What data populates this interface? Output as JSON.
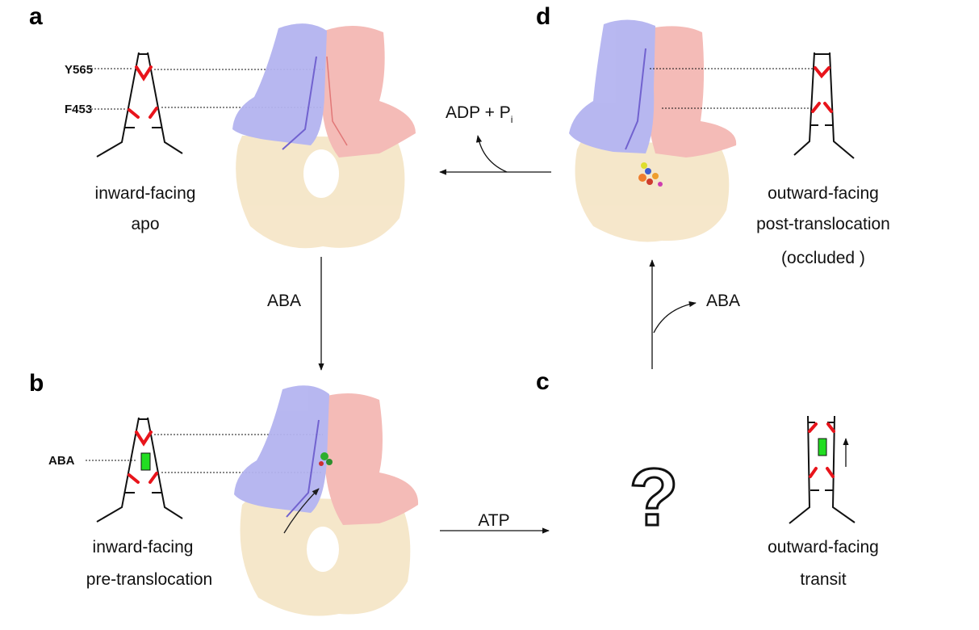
{
  "panels": {
    "a": {
      "label": "a",
      "state_line1": "inward-facing",
      "state_line2": "apo",
      "residue_top": "Y565",
      "residue_bottom": "F453"
    },
    "b": {
      "label": "b",
      "state_line1": "inward-facing",
      "state_line2": "pre-translocation",
      "ligand_label": "ABA"
    },
    "c": {
      "label": "c",
      "state_line1": "outward-facing",
      "state_line2": "transit",
      "unknown_symbol": "?"
    },
    "d": {
      "label": "d",
      "state_line1": "outward-facing",
      "state_line2": "post-translocation",
      "state_line3": "(occluded )"
    }
  },
  "transitions": {
    "a_to_b": "ABA",
    "b_to_c": "ATP",
    "c_to_d": "ABA",
    "d_to_a_main": "ADP + P",
    "d_to_a_sub": "i"
  },
  "colors": {
    "tmd_blue": "#b4b4f0",
    "tmd_pink": "#f4b8b4",
    "nbd_tan": "#f5e6c8",
    "gate_red": "#e8141b",
    "substrate_green": "#22dd22"
  }
}
